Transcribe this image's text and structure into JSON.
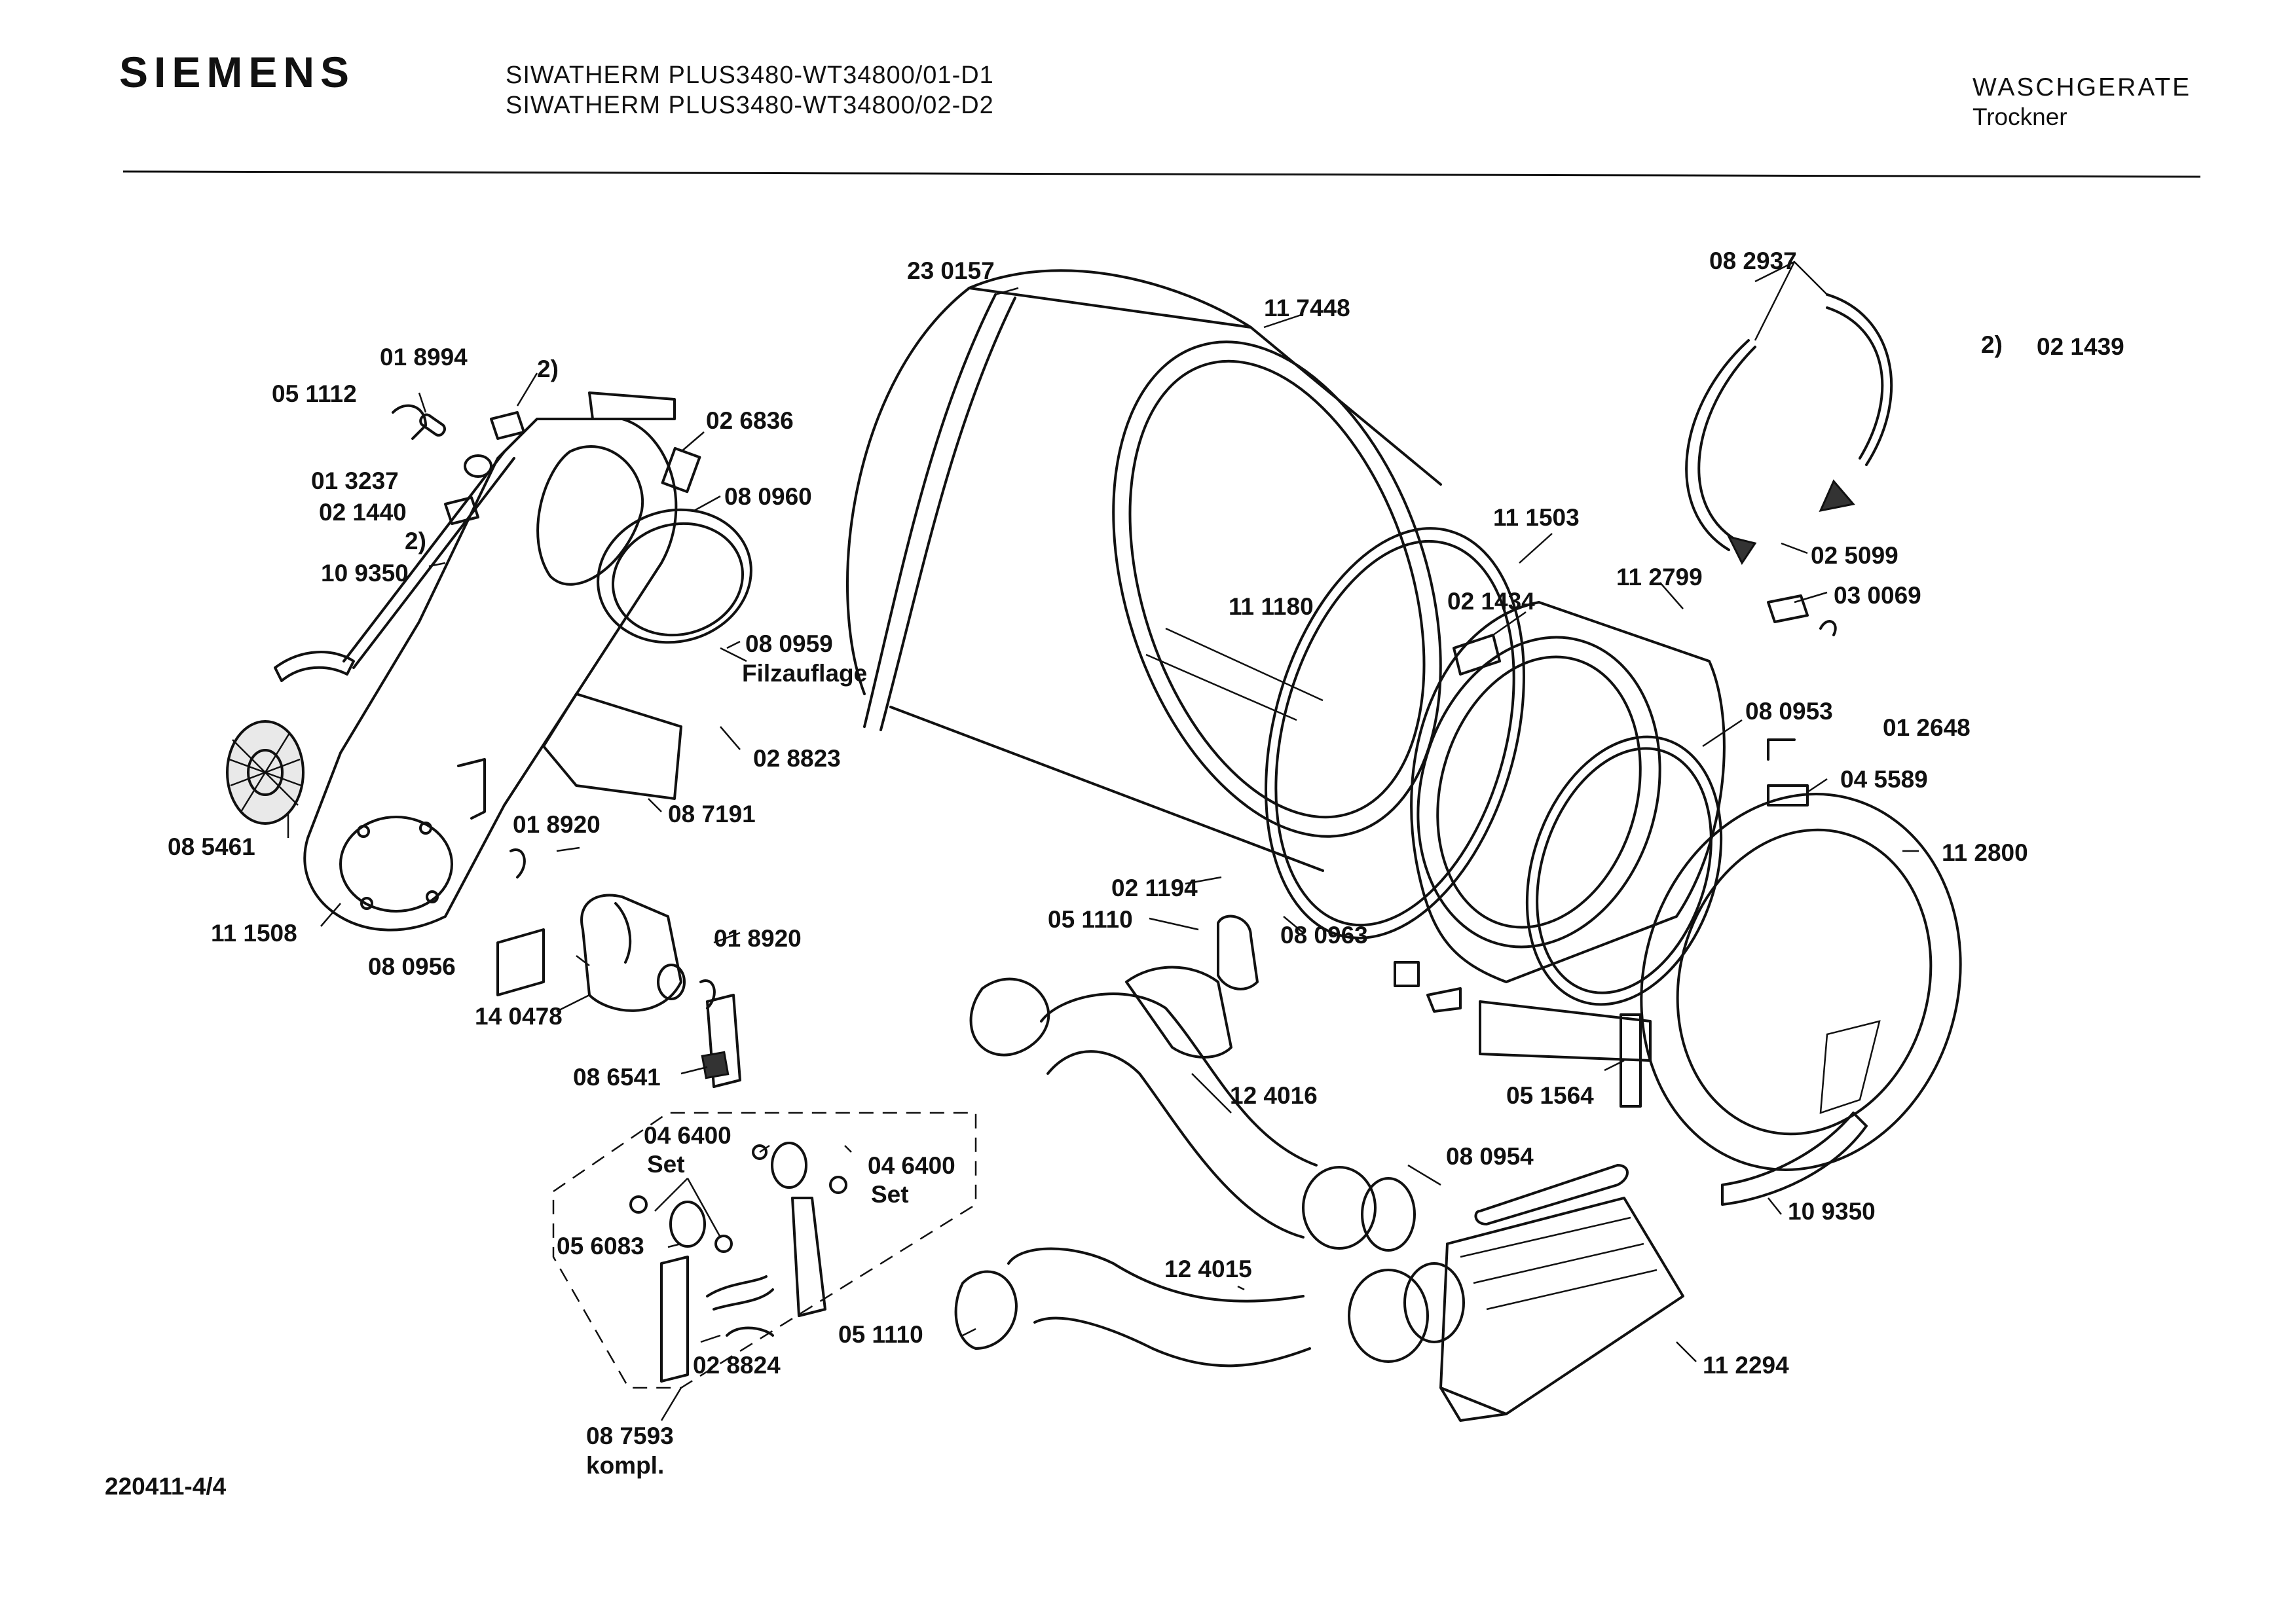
{
  "header": {
    "brand": "SIEMENS",
    "model_line_1": "SIWATHERM PLUS3480-WT34800/01-D1",
    "model_line_2": "SIWATHERM PLUS3480-WT34800/02-D2",
    "category": "WASCHGERATE",
    "subcategory": "Trockner"
  },
  "footer": {
    "document_number": "220411-4/4"
  },
  "labels": [
    "23 0157",
    "11 7448",
    "08 2937",
    "2)",
    "02 1439",
    "01 8994",
    "05 1112",
    "2)",
    "02 6836",
    "01 3237",
    "08 0960",
    "02 1440",
    "2)",
    "10 9350",
    "11 1503",
    "11 1180",
    "02 1434",
    "11 2799",
    "02 5099",
    "03 0069",
    "08 0959",
    "Filzauflage",
    "02 8823",
    "08 0953",
    "01 2648",
    "04 5589",
    "08 7191",
    "08  5461",
    "01 8920",
    "11 2800",
    "02 1194",
    "11 1508",
    "05 1110",
    "08 0963",
    "01 8920",
    "08 0956",
    "14 0478",
    "08 6541",
    "12 4016",
    "05 1564",
    "04 6400",
    "Set",
    "04 6400",
    "Set",
    "08 0954",
    "10 9350",
    "05 6083",
    "12 4015",
    "02  8824",
    "05 1110",
    "11 2294",
    "08 7593",
    "kompl."
  ]
}
